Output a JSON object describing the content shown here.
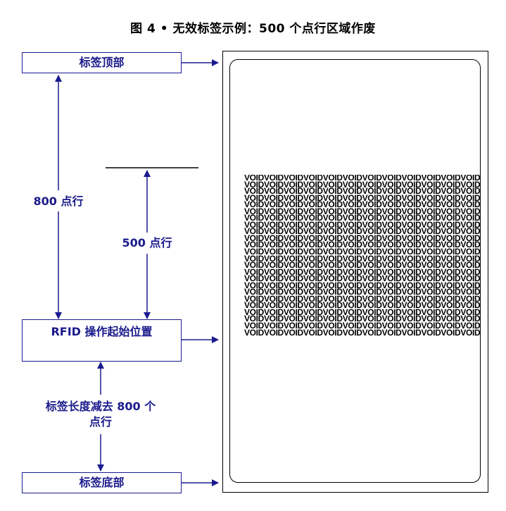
{
  "title": "图 4 • 无效标签示例：500 个点行区域作废",
  "boxes": {
    "label_top": "标签顶部",
    "rfid_start": "RFID 操作起始位置",
    "label_bottom": "标签底部"
  },
  "labels": {
    "dots_800": "800 点行",
    "dots_500": "500 点行",
    "length_minus_line1": "标签长度减去 800 个",
    "length_minus_line2": "点行"
  },
  "void_text": {
    "line": "VOIDVOIDVOIDVOIDVOIDVOIDVOIDVOIDVOIDVOIDVOIDVOID",
    "rows": 24
  },
  "colors": {
    "diagram_blue": "#1a1a8c",
    "border": "#000000"
  }
}
